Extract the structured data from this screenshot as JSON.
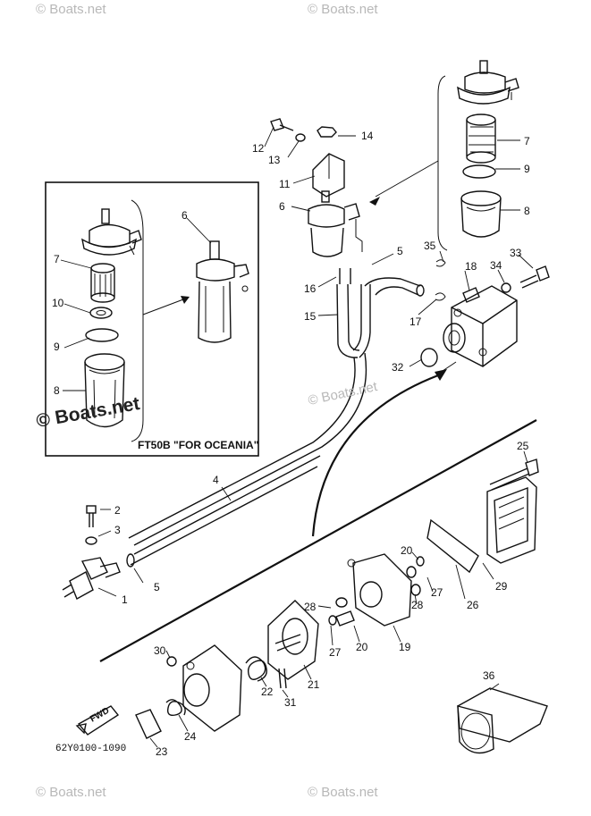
{
  "watermarks": {
    "top_left": "© Boats.net",
    "top_right": "© Boats.net",
    "inset": "© Boats.net",
    "center": "© Boats.net",
    "bottom_left": "© Boats.net",
    "bottom_right": "© Boats.net"
  },
  "inset": {
    "label": "FT50B \"FOR OCEANIA\"",
    "callouts": [
      "6",
      "7",
      "10",
      "9",
      "8"
    ]
  },
  "callouts": [
    "12",
    "13",
    "14",
    "11",
    "6",
    "5",
    "16",
    "15",
    "35",
    "18",
    "34",
    "33",
    "17",
    "32",
    "7",
    "9",
    "8",
    "4",
    "2",
    "3",
    "1",
    "5",
    "25",
    "20",
    "27",
    "28",
    "29",
    "26",
    "28",
    "19",
    "20",
    "27",
    "30",
    "22",
    "21",
    "31",
    "24",
    "23",
    "36"
  ],
  "diagram_code": "62Y0100-1090",
  "fwd_label": "FWD"
}
